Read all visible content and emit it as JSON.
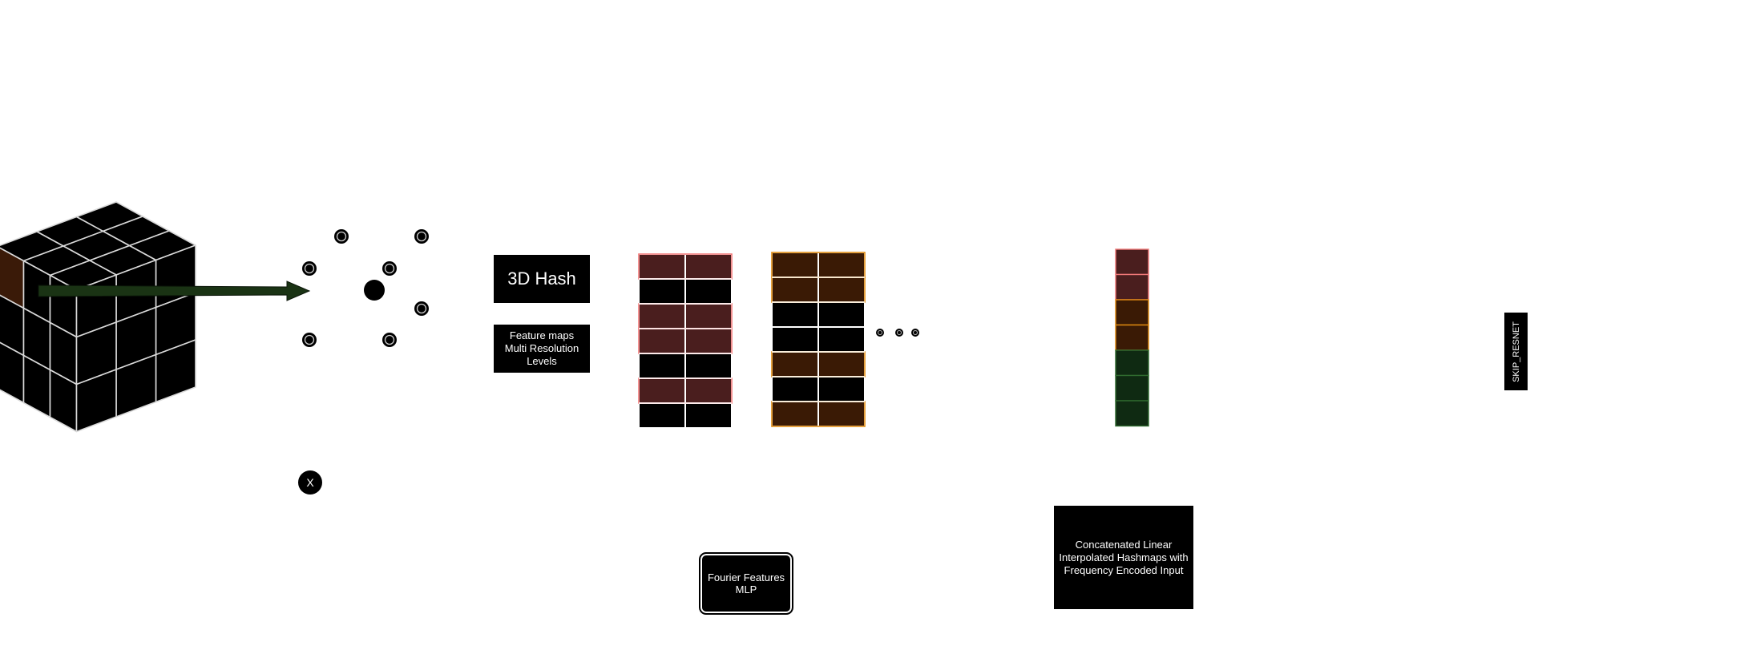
{
  "labels": {
    "hash": "3D Hash",
    "feature_maps": [
      "Feature maps",
      "Multi Resolution",
      "Levels"
    ],
    "point_x": "X",
    "fourier": [
      "Fourier Features",
      "MLP"
    ],
    "concat": [
      "Concatenated Linear",
      "Interpolated Hashmaps with",
      "Frequency Encoded Input"
    ],
    "skip": "SKIP_RESNET"
  },
  "colors": {
    "background": "#ffffff",
    "cube_face": "#000000",
    "cube_edge": "#d9d9d9",
    "highlight_cell": "#3a1a08",
    "arrow": "#1a3314",
    "red_feature": "#4a1e1e",
    "red_border": "#f07878",
    "orange_feature": "#3a1a05",
    "orange_border": "#e08a10",
    "green_feature": "#0f2a12",
    "green_border": "#2f6a2f"
  },
  "feature_maps": [
    {
      "level": 1,
      "rows": [
        "red",
        "black",
        "red",
        "red",
        "black",
        "red",
        "black"
      ]
    },
    {
      "level": 2,
      "rows": [
        "orange",
        "orange",
        "black",
        "black",
        "orange",
        "black",
        "orange"
      ]
    }
  ],
  "concat_vector": [
    "red",
    "red",
    "orange",
    "orange",
    "green",
    "green",
    "green"
  ]
}
